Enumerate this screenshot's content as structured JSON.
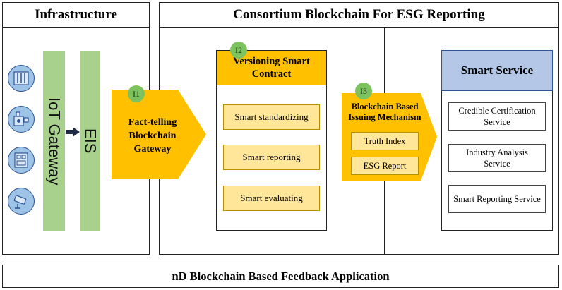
{
  "infrastructure": {
    "title": "Infrastructure",
    "iot_gateway_label": "IoT Gateway",
    "eis_label": "EIS",
    "devices": [
      "server-rack-icon",
      "control-panel-icon",
      "cabinet-icon",
      "camera-icon"
    ]
  },
  "consortium": {
    "title": "Consortium Blockchain For ESG Reporting",
    "gateway": {
      "badge": "I1",
      "label": "Fact-telling Blockchain Gateway"
    },
    "versioning": {
      "badge": "I2",
      "title": "Versioning Smart Contract",
      "items": [
        "Smart standardizing",
        "Smart reporting",
        "Smart evaluating"
      ]
    },
    "issuing": {
      "badge": "I3",
      "title": "Blockchain Based Issuing Mechanism",
      "items": [
        "Truth Index",
        "ESG Report"
      ]
    },
    "smart_service": {
      "title": "Smart Service",
      "items": [
        "Credible Certification Service",
        "Industry Analysis Service",
        "Smart Reporting Service"
      ]
    }
  },
  "feedback": {
    "label": "nD Blockchain Based Feedback Application"
  },
  "colors": {
    "gold": "#ffc000",
    "light_gold": "#ffe699",
    "green_bar": "#a9d18e",
    "badge_green": "#7cc35f",
    "device_blue": "#9dc3e6",
    "service_header": "#b4c7e7"
  }
}
